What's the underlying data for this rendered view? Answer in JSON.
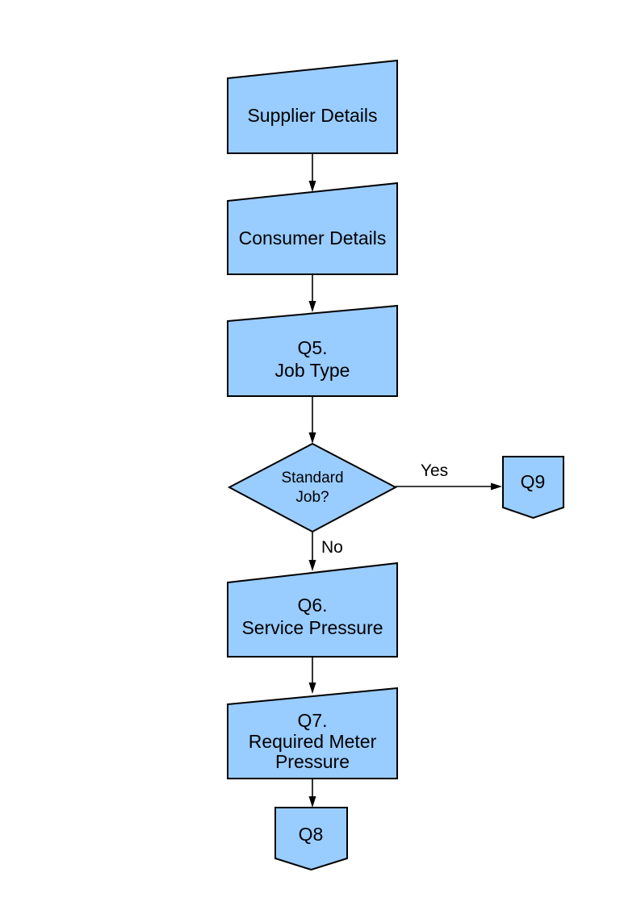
{
  "diagram": {
    "type": "flowchart",
    "colors": {
      "node_fill": "#99CCFF",
      "node_border": "#000000",
      "line": "#000000",
      "text": "#000000",
      "background": "#FFFFFF"
    },
    "nodes": {
      "supplier_details": {
        "label": "Supplier Details",
        "shape": "manual-input"
      },
      "consumer_details": {
        "label": "Consumer Details",
        "shape": "manual-input"
      },
      "q5": {
        "line1": "Q5.",
        "line2": "Job Type",
        "shape": "manual-input"
      },
      "standard_job": {
        "line1": "Standard",
        "line2": "Job?",
        "shape": "decision"
      },
      "q9": {
        "label": "Q9",
        "shape": "offpage-connector"
      },
      "q6": {
        "line1": "Q6.",
        "line2": "Service Pressure",
        "shape": "manual-input"
      },
      "q7": {
        "line1": "Q7.",
        "line2": "Required Meter",
        "line3": "Pressure",
        "shape": "manual-input"
      },
      "q8": {
        "label": "Q8",
        "shape": "offpage-connector"
      }
    },
    "edges": {
      "yes_label": "Yes",
      "no_label": "No"
    }
  }
}
